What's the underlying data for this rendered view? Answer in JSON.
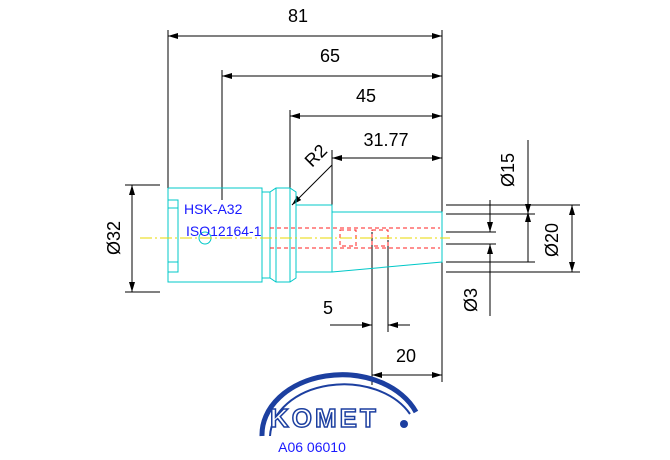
{
  "title": "HSK-A32",
  "standard": "ISO12164-1",
  "brand": "KOMET",
  "article_code": "A06 06010",
  "dimensions": {
    "overall_length": "81",
    "length_65": "65",
    "length_45": "45",
    "length_31": "31.77",
    "radius": "R2",
    "dia_32": "Ø32",
    "dia_15": "Ø15",
    "dia_20": "Ø20",
    "dia_3": "Ø3",
    "dim_5": "5",
    "dim_20": "20"
  },
  "colors": {
    "outline": "#00c8c8",
    "dimension": "#000000",
    "hidden_line": "#ff2020",
    "center_line": "#e8d800",
    "label_blue": "#1a1aff",
    "logo_blue": "#1c3fa0"
  }
}
